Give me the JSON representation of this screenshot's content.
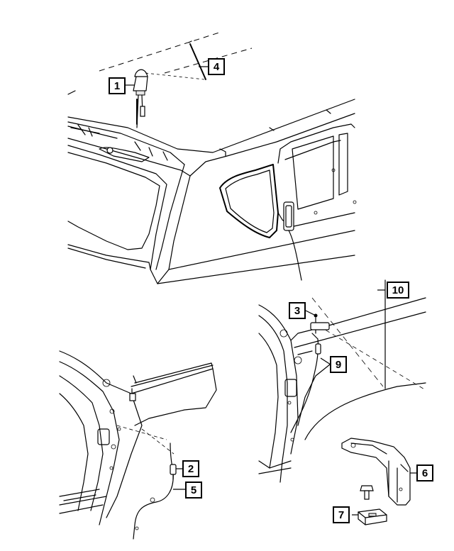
{
  "callouts": {
    "c1": "1",
    "c2": "2",
    "c3": "3",
    "c4": "4",
    "c5": "5",
    "c6": "6",
    "c7": "7",
    "c9": "9",
    "c10": "10"
  },
  "colors": {
    "line": "#000000",
    "background": "#ffffff"
  }
}
